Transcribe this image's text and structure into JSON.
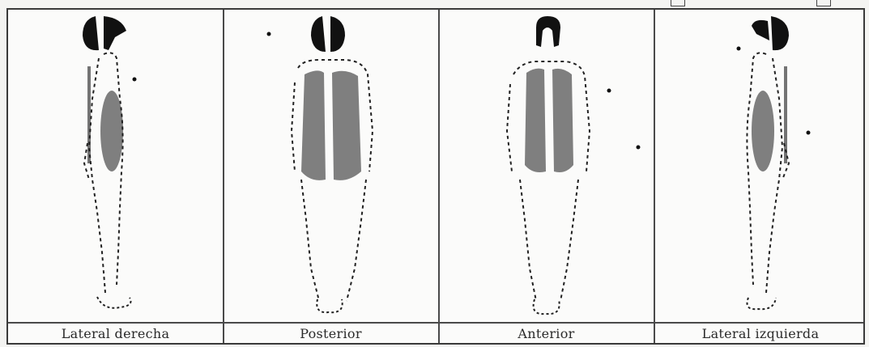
{
  "views": [
    {
      "key": "right",
      "label": "Lateral derecha"
    },
    {
      "key": "posterior",
      "label": "Posterior"
    },
    {
      "key": "anterior",
      "label": "Anterior"
    },
    {
      "key": "left",
      "label": "Lateral izquierda"
    }
  ]
}
